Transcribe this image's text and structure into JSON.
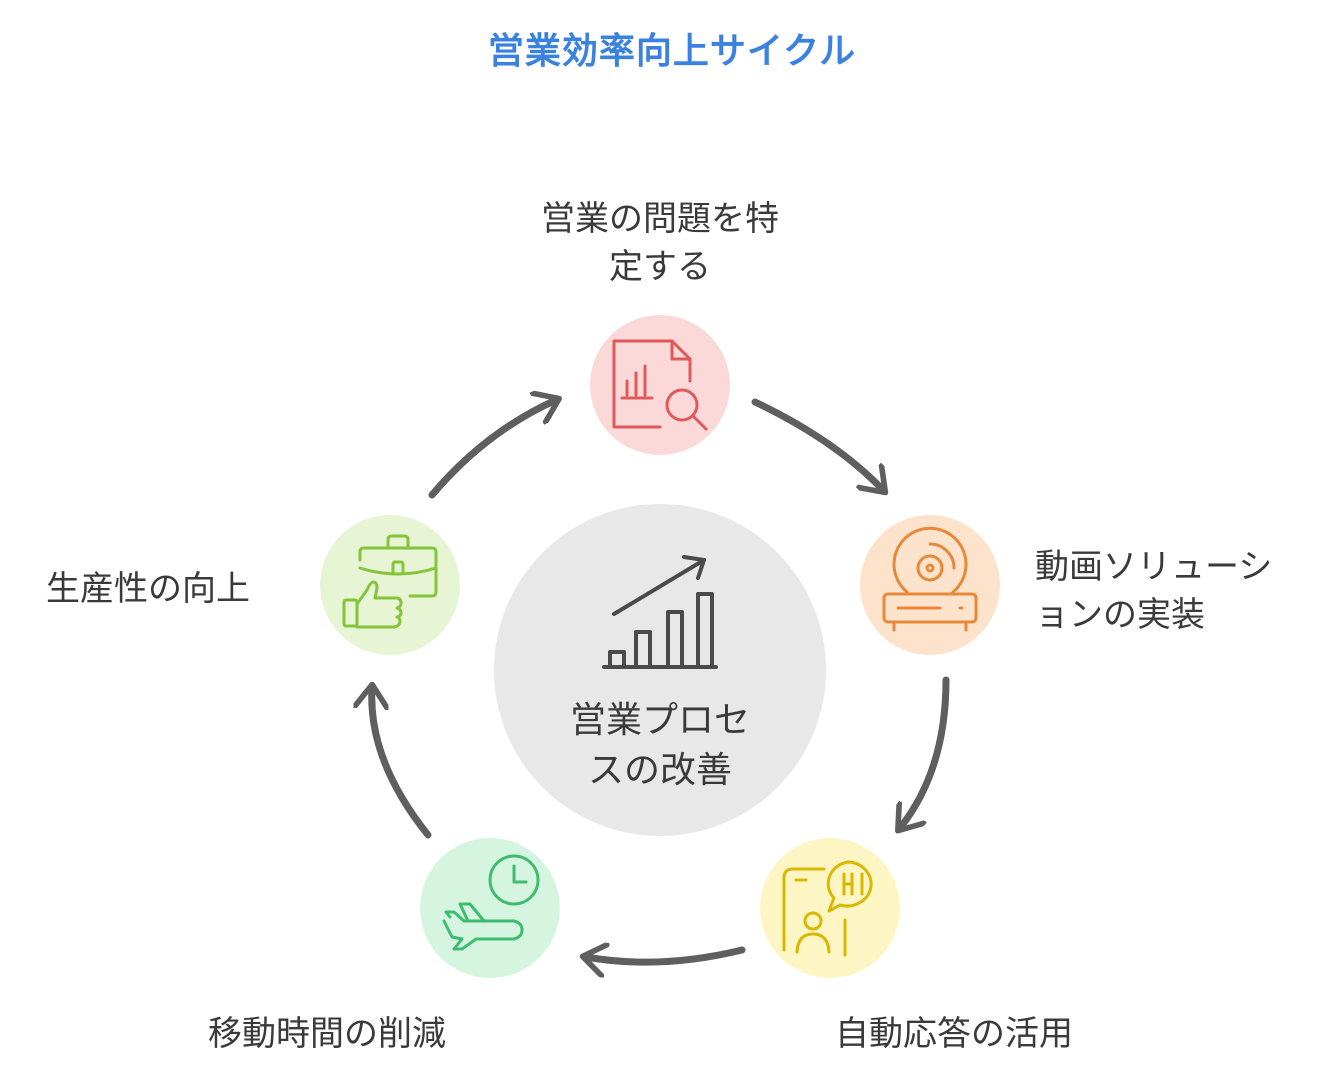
{
  "title": "営業効率向上サイクル",
  "center": {
    "line1": "営業プロセ",
    "line2": "スの改善",
    "icon": "chart-growth-icon"
  },
  "steps": [
    {
      "line1": "営業の問題を特",
      "line2": "定する",
      "icon": "document-search-icon",
      "color": "#e05a5a",
      "bg": "#fcd9d9"
    },
    {
      "line1": "動画ソリューシ",
      "line2": "ョンの実装",
      "icon": "video-disc-player-icon",
      "color": "#e8893a",
      "bg": "#fde3cc"
    },
    {
      "line1": "自動応答の活用",
      "icon": "phone-chat-hi-icon",
      "color": "#d9b800",
      "bg": "#fdf6c4"
    },
    {
      "line1": "移動時間の削減",
      "icon": "airplane-clock-icon",
      "color": "#3dbd6d",
      "bg": "#d6f5e1"
    },
    {
      "line1": "生産性の向上",
      "icon": "briefcase-thumbs-up-icon",
      "color": "#86c43a",
      "bg": "#e7f5d4"
    }
  ],
  "colors": {
    "title": "#3b82e0",
    "arrow": "#5f5f5f",
    "center_bg": "#e8e8e8",
    "center_icon": "#4a4a4a",
    "text": "#3a3a3a"
  }
}
